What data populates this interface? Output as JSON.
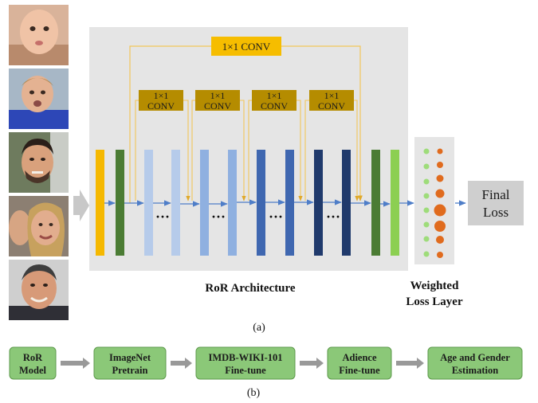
{
  "figure_a": {
    "panel_label": "(a)",
    "architecture_label": "RoR  Architecture",
    "conv_top_label": "1×1  CONV",
    "conv_blocks": [
      {
        "line1": "1×1",
        "line2": "CONV"
      },
      {
        "line1": "1×1",
        "line2": "CONV"
      },
      {
        "line1": "1×1",
        "line2": "CONV"
      },
      {
        "line1": "1×1",
        "line2": "CONV"
      }
    ],
    "ellipsis": "···",
    "weighted_loss_label": {
      "line1": "Weighted",
      "line2": "Loss Layer"
    },
    "final_loss_label": {
      "line1": "Final",
      "line2": "Loss"
    },
    "face_images": [
      {
        "subject": "baby-face-icon"
      },
      {
        "subject": "child-face-icon"
      },
      {
        "subject": "young-man-face-icon"
      },
      {
        "subject": "woman-face-icon"
      },
      {
        "subject": "elderly-man-face-icon"
      }
    ],
    "colors": {
      "panel_bg": "#e5e5e5",
      "yellow_layer": "#f5b800",
      "dark_green_layer": "#4b7c34",
      "light_green_layer": "#8ccf52",
      "stage1_layer": "#b6cbea",
      "stage2_layer": "#8fb0e0",
      "stage3_layer": "#3f67b0",
      "stage4_layer": "#203a6c",
      "conv_box": "#b58c00",
      "conv_top_box": "#f6bd00",
      "skip_line": "#f2c65a",
      "flow_arrow": "#4f7ec8",
      "dot_green": "#9edc7a",
      "dot_orange": "#e06b1e"
    }
  },
  "figure_b": {
    "panel_label": "(b)",
    "pipeline": [
      {
        "line1": "RoR",
        "line2": "Model"
      },
      {
        "line1": "ImageNet",
        "line2": "Pretrain"
      },
      {
        "line1": "IMDB-WIKI-101",
        "line2": "Fine-tune"
      },
      {
        "line1": "Adience",
        "line2": "Fine-tune"
      },
      {
        "line1": "Age and Gender",
        "line2": "Estimation"
      }
    ],
    "colors": {
      "stage_fill": "#8bc878",
      "stage_stroke": "#5e9a4c",
      "arrow": "#999999"
    }
  }
}
